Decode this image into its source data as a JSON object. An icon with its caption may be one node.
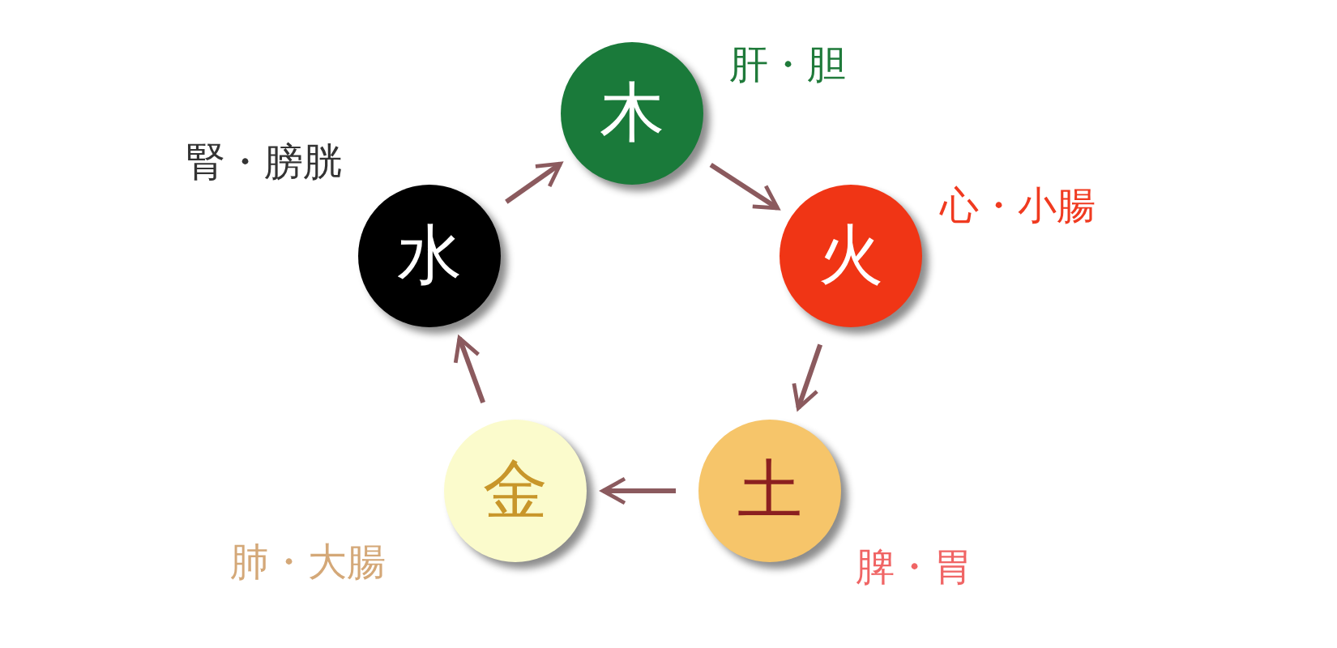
{
  "diagram": {
    "nodes": [
      {
        "text": [
          "木"
        ],
        "beside": [
          "肝・胆"
        ]
      },
      {
        "text": [
          "火"
        ],
        "beside": [
          "心・小腸"
        ]
      },
      {
        "text": [
          "土"
        ],
        "beside": [
          "脾・胃"
        ]
      },
      {
        "text": [
          "金"
        ],
        "beside": [
          "肺・大腸"
        ]
      },
      {
        "text": [
          "水"
        ],
        "beside": [
          "腎・膀胱"
        ]
      }
    ],
    "edges": [
      {
        "from": 0,
        "to": 1,
        "arrow": "to"
      },
      {
        "from": 1,
        "to": 2,
        "arrow": "to"
      },
      {
        "from": 2,
        "to": 3,
        "arrow": "to"
      },
      {
        "from": 3,
        "to": 4,
        "arrow": "to"
      },
      {
        "from": 4,
        "to": 0,
        "arrow": "to"
      }
    ]
  }
}
